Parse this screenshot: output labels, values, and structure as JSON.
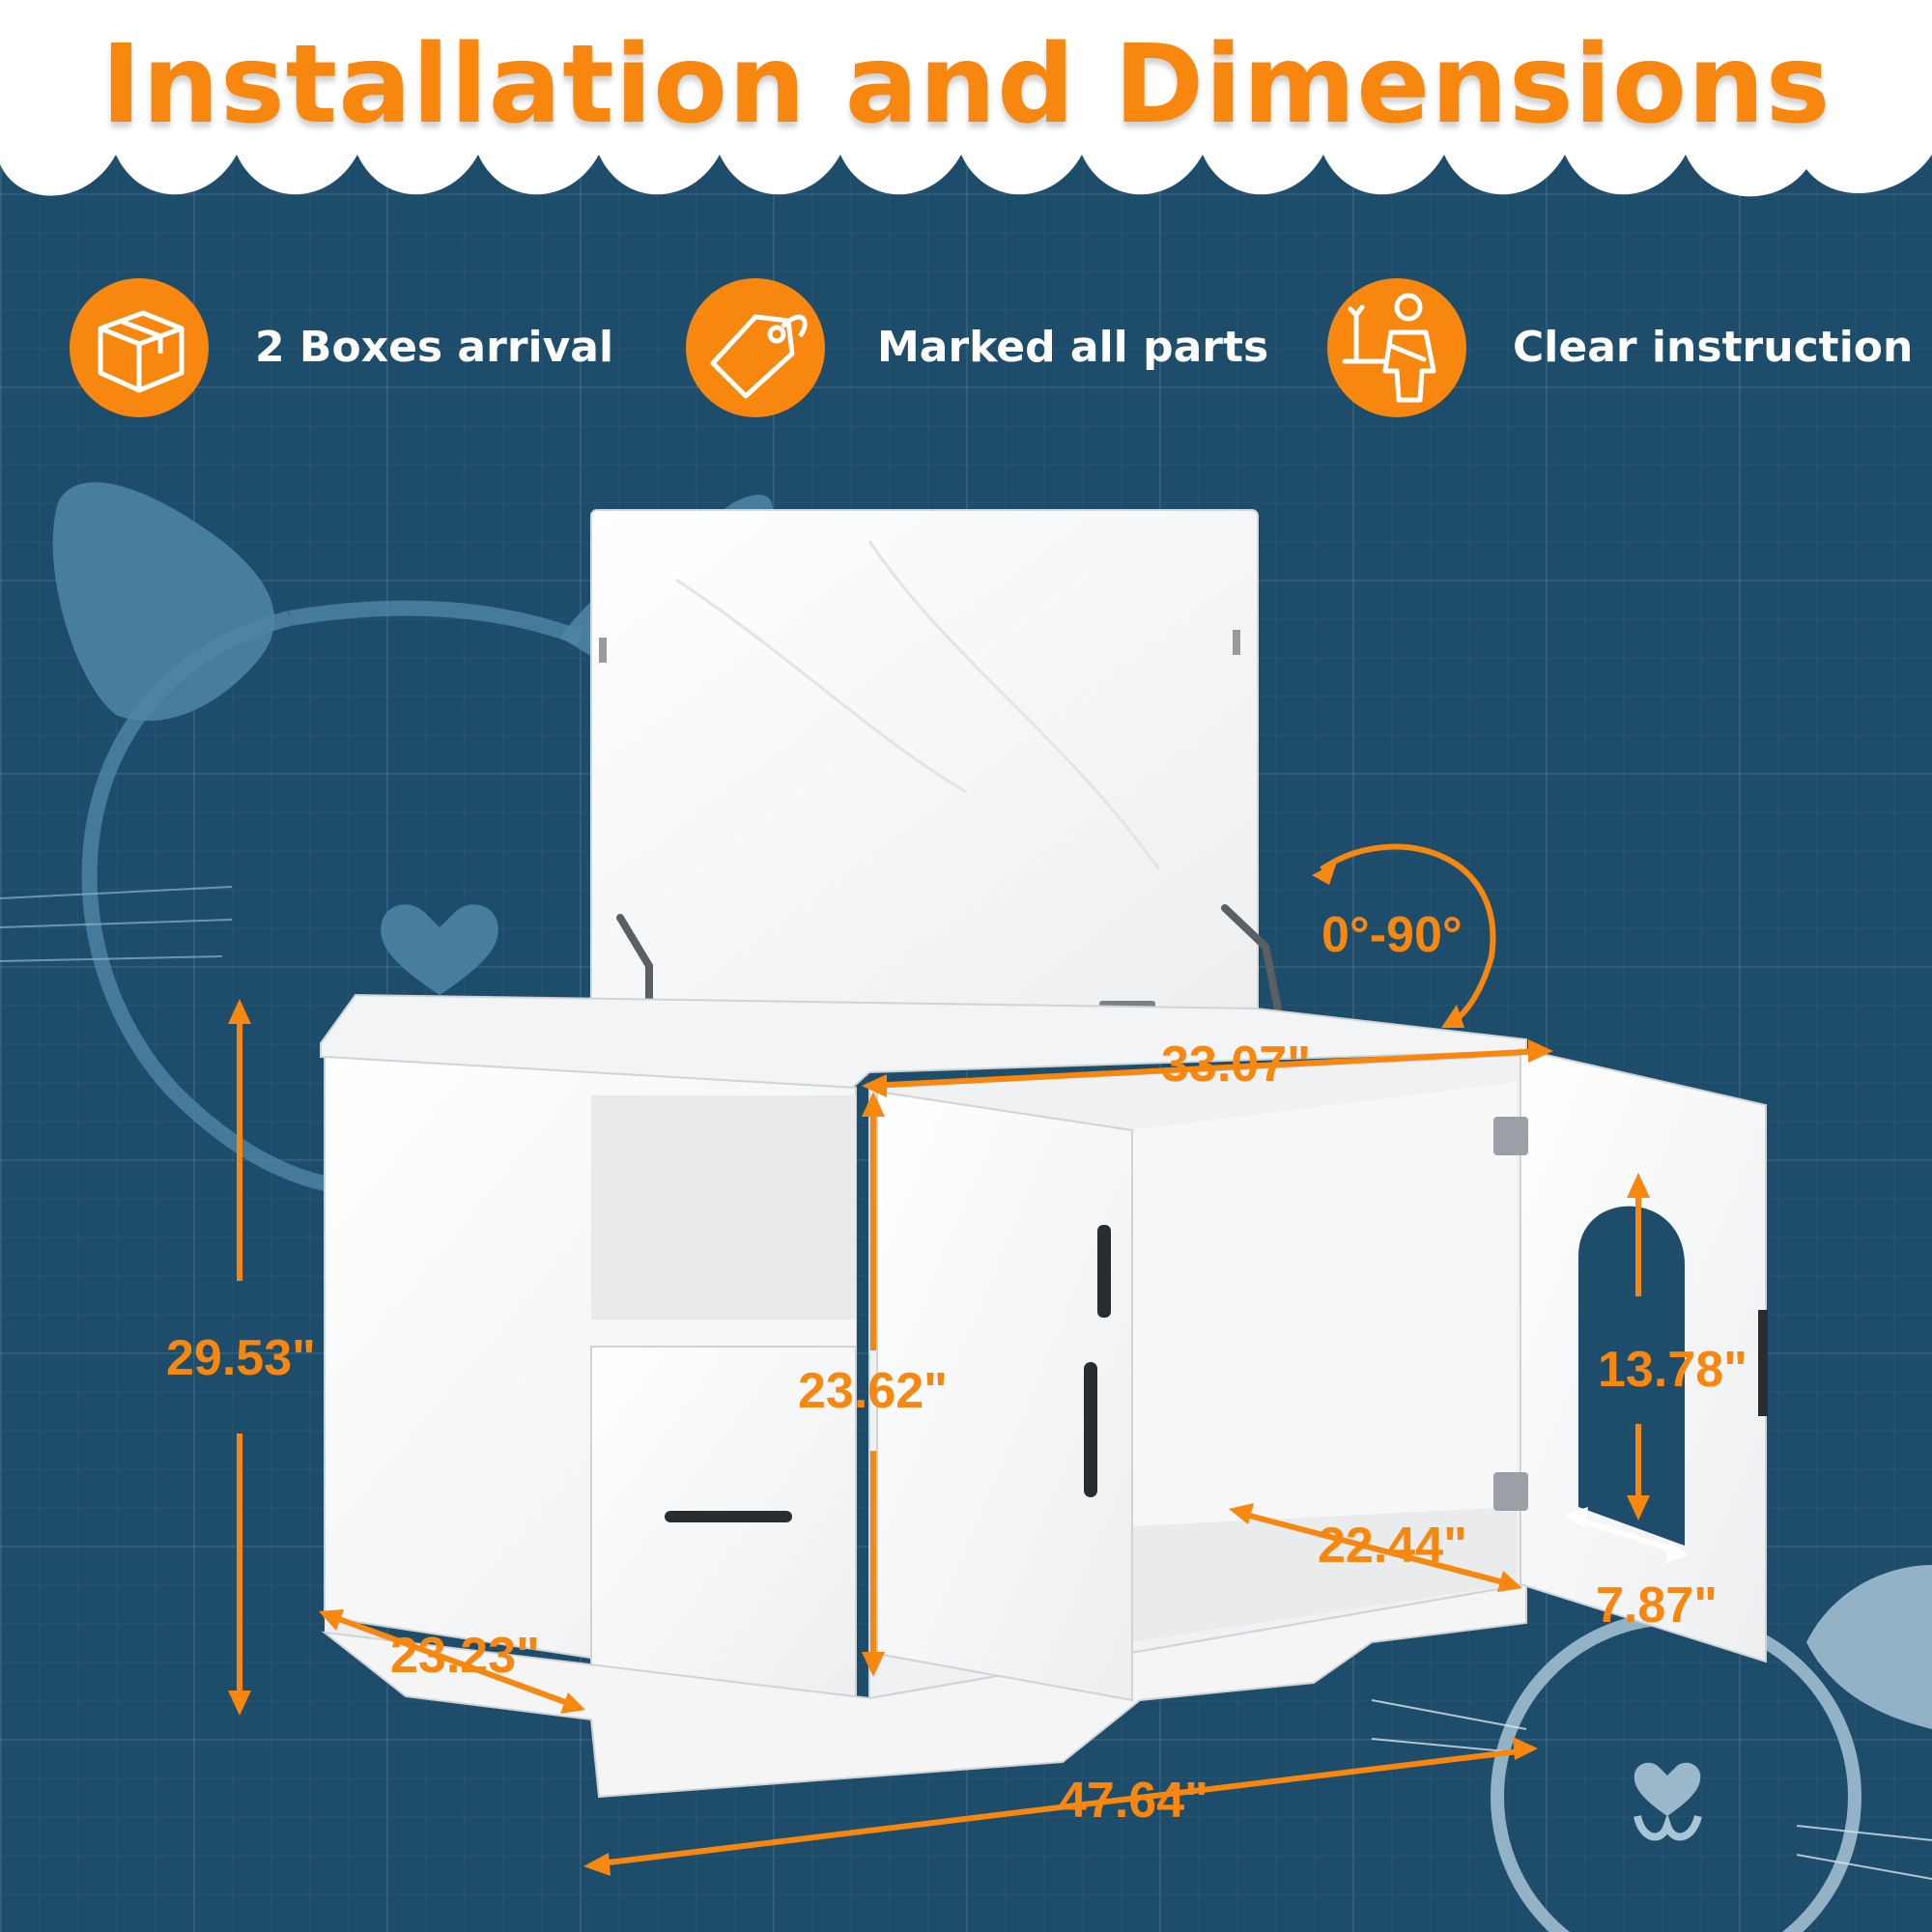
{
  "title": "Installation and Dimensions",
  "colors": {
    "background": "#1e4d6b",
    "accent": "#f7870f",
    "header": "#ffffff",
    "cabinet": "#f4f4f4"
  },
  "features": [
    {
      "icon": "package-box-icon",
      "label": "2 Boxes arrival"
    },
    {
      "icon": "tag-icon",
      "label": "Marked all parts"
    },
    {
      "icon": "assembly-worker-icon",
      "label": "Clear instruction"
    }
  ],
  "dimensions": {
    "total_height": "29.53\"",
    "inner_height": "23.62\"",
    "depth": "23.23\"",
    "total_width": "47.64\"",
    "lid_width": "33.07\"",
    "lid_angle": "0°-90°",
    "inner_depth": "22.44\"",
    "door_opening_height": "13.78\"",
    "door_opening_width": "7.87\""
  }
}
